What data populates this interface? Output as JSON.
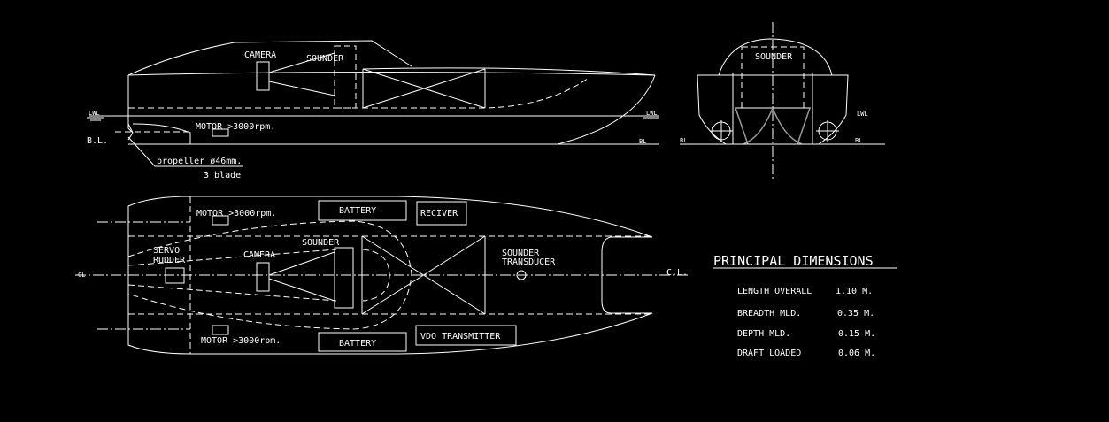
{
  "side_view": {
    "camera": "CAMERA",
    "sounder": "SOUNDER",
    "motor": "MOTOR >3000rpm.",
    "propeller": "propeller ø46mm.",
    "blade": "3 blade",
    "bl_label": "B.L.",
    "lwl_left": "LWL",
    "lwl_right": "LWL",
    "bl_right": "BL"
  },
  "front_view": {
    "sounder": "SOUNDER",
    "lwl": "LWL",
    "bl_left": "BL",
    "bl_right": "BL"
  },
  "plan_view": {
    "motor_top": "MOTOR >3000rpm.",
    "motor_bottom": "MOTOR >3000rpm.",
    "battery_top": "BATTERY",
    "battery_bottom": "BATTERY",
    "receiver": "RECIVER",
    "vdo_transmitter": "VDO TRANSMITTER",
    "servo": "SERVO",
    "rudder": "RUDDER",
    "camera": "CAMERA",
    "sounder": "SOUNDER",
    "sounder_transducer_1": "SOUNDER",
    "sounder_transducer_2": "TRANSDUCER",
    "cl_right": "C.L.",
    "cl_left": "CL"
  },
  "principal_dimensions": {
    "title": "PRINCIPAL DIMENSIONS",
    "rows": [
      {
        "label": "LENGTH OVERALL",
        "value": "1.10  M."
      },
      {
        "label": "BREADTH MLD.",
        "value": "0.35  M."
      },
      {
        "label": "DEPTH MLD.",
        "value": "0.15  M."
      },
      {
        "label": "DRAFT LOADED",
        "value": "0.06  M."
      }
    ]
  }
}
